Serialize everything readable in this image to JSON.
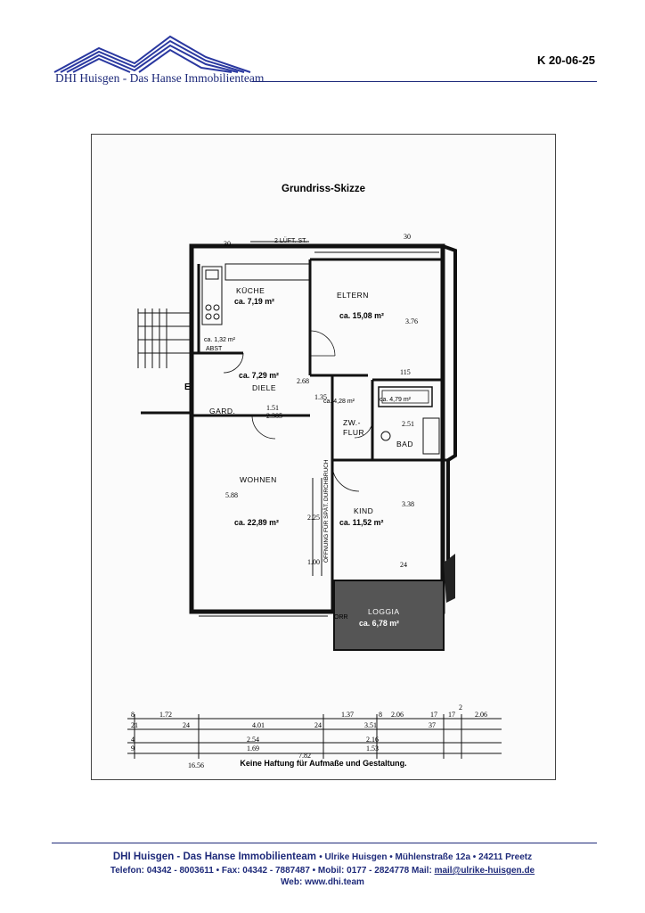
{
  "header": {
    "company_logo_text": "DHI Huisgen - Das Hanse Immobilienteam",
    "doc_ref": "K 20-06-25"
  },
  "plan": {
    "title": "Grundriss-Skizze",
    "disclaimer": "Keine Haftung für Aufmaße und Gestaltung.",
    "rooms": {
      "kueche": {
        "name": "KÜCHE",
        "area": "ca. 7,19 m²"
      },
      "eltern": {
        "name": "ELTERN",
        "area": "ca. 15,08 m²"
      },
      "abst": {
        "name": "ABST",
        "area": "ca. 1,32 m²"
      },
      "diele": {
        "name": "DIELE",
        "area": "ca. 7,29 m²"
      },
      "bad": {
        "name": "BAD",
        "area": "ca. 4,79 m²"
      },
      "zwflur": {
        "name": "ZW.-FLUR",
        "area": "ca. 4,28 m²"
      },
      "gard": {
        "name": "GARD."
      },
      "wohnen": {
        "name": "WOHNEN",
        "area": "ca. 22,89 m²"
      },
      "kind": {
        "name": "KIND",
        "area": "ca. 11,52 m²"
      },
      "loggia": {
        "name": "LOGGIA",
        "area": "ca. 6,78 m²"
      }
    },
    "labels": {
      "entrance": "E",
      "lueft": "2 LÜFT. ST.",
      "durchbruch": "ÖFFNUNG FÜR SPÄT. DURCHBRUCH",
      "orr": "ORR"
    },
    "dims_inner": [
      "30",
      "30",
      "3.76",
      "115",
      "1.35",
      "2.51",
      "3.38",
      "24",
      "5.88",
      "2.25",
      "1.00",
      "1.51",
      "2.385",
      "2.68"
    ],
    "dims_row1": [
      "8",
      "1.72",
      "4.01",
      "1.37",
      "8",
      "2.06",
      "17",
      "17",
      "2.06"
    ],
    "dims_row2": [
      "21",
      "24",
      "24",
      "3.51",
      "37",
      "2"
    ],
    "dims_row3": [
      "4",
      "9",
      "2.54",
      "1.69",
      "2.16",
      "1.53"
    ],
    "dims_row4": [
      "16.56",
      "7.82"
    ]
  },
  "footer": {
    "company": "DHI Huisgen - Das Hanse Immobilienteam",
    "address": "• Ulrike Huisgen • Mühlenstraße 12a • 24211 Preetz",
    "contact": "Telefon: 04342 - 8003611 • Fax: 04342 - 7887487 • Mobil: 0177 - 2824778 Mail:",
    "mail": "mail@ulrike-huisgen.de",
    "web": "Web: www.dhi.team"
  },
  "colors": {
    "brand": "#1e2a7a",
    "loggia_fill": "#555555"
  }
}
